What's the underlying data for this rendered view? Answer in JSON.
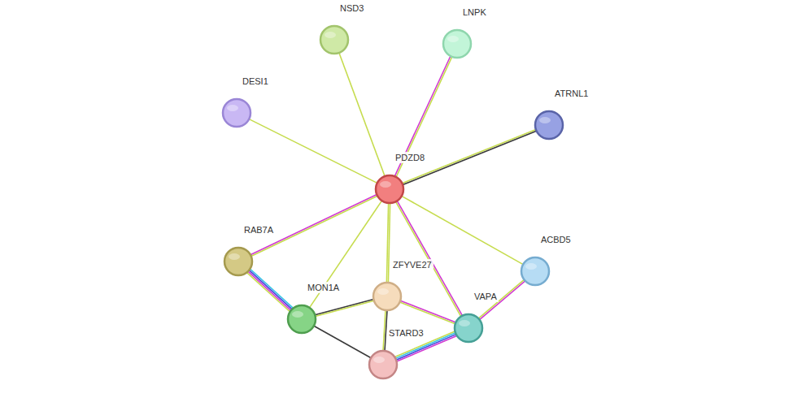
{
  "diagram": {
    "nodes": [
      {
        "text": [
          "NSD3"
        ]
      },
      {
        "text": [
          "LNPK"
        ]
      },
      {
        "text": [
          "DESI1"
        ]
      },
      {
        "text": [
          "ATRNL1"
        ]
      },
      {
        "text": [
          "PDZD8"
        ]
      },
      {
        "text": [
          "RAB7A"
        ]
      },
      {
        "text": [
          "ACBD5"
        ]
      },
      {
        "text": [
          "ZFYVE27"
        ]
      },
      {
        "text": [
          "MON1A"
        ]
      },
      {
        "text": [
          "VAPA"
        ]
      },
      {
        "text": [
          "STARD3"
        ]
      }
    ],
    "edges": [
      {
        "from": 4,
        "to": 0,
        "arrow": "none"
      },
      {
        "from": 4,
        "to": 1,
        "arrow": "none"
      },
      {
        "from": 4,
        "to": 2,
        "arrow": "none"
      },
      {
        "from": 4,
        "to": 3,
        "arrow": "none"
      },
      {
        "from": 4,
        "to": 5,
        "arrow": "none"
      },
      {
        "from": 4,
        "to": 8,
        "arrow": "none"
      },
      {
        "from": 4,
        "to": 7,
        "arrow": "none"
      },
      {
        "from": 4,
        "to": 9,
        "arrow": "none"
      },
      {
        "from": 4,
        "to": 6,
        "arrow": "none"
      },
      {
        "from": 7,
        "to": 10,
        "arrow": "none"
      },
      {
        "from": 5,
        "to": 8,
        "arrow": "none"
      },
      {
        "from": 8,
        "to": 7,
        "arrow": "none"
      },
      {
        "from": 8,
        "to": 10,
        "arrow": "none"
      },
      {
        "from": 7,
        "to": 9,
        "arrow": "none"
      },
      {
        "from": 9,
        "to": 10,
        "arrow": "none"
      },
      {
        "from": 6,
        "to": 9,
        "arrow": "none"
      }
    ]
  }
}
